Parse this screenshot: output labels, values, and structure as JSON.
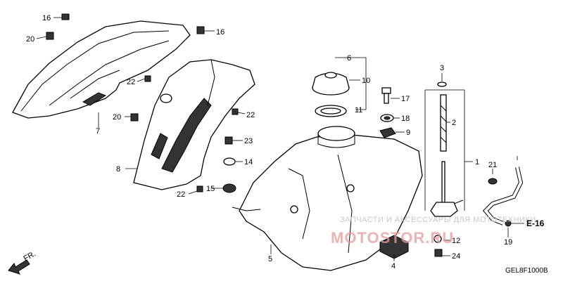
{
  "labels": {
    "n1": "1",
    "n2": "2",
    "n3": "3",
    "n4": "4",
    "n5": "5",
    "n6": "6",
    "n7": "7",
    "n8": "8",
    "n9": "9",
    "n10": "10",
    "n11": "11",
    "n12": "12",
    "n14": "14",
    "n15": "15",
    "n16a": "16",
    "n16b": "16",
    "n17": "17",
    "n18": "18",
    "n19": "19",
    "n20a": "20",
    "n20b": "20",
    "n21": "21",
    "n22a": "22",
    "n22b": "22",
    "n22c": "22",
    "n23": "23",
    "n24": "24",
    "e16": "E-16",
    "fr": "FR."
  },
  "watermark": {
    "text": "ЗАПЧАСТИ И АКСЕССУАРЫ ДЛЯ МОТОТЕХНИКИ",
    "brand": "MOTOSTOR.RU"
  },
  "diagram_code": "GEL8F1000B"
}
